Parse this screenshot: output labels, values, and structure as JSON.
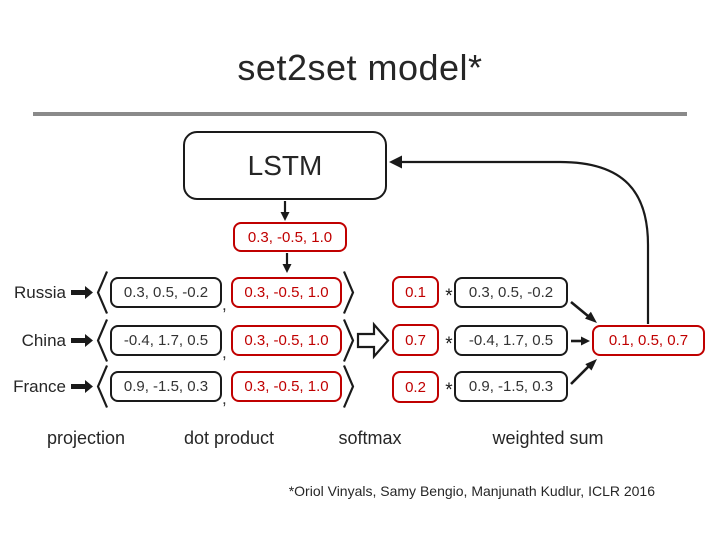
{
  "title": "set2set model*",
  "colors": {
    "red": "#C00000",
    "ink": "#1A1A1A",
    "divider": "#8A8A8A",
    "text": "#262626"
  },
  "lstm": {
    "label": "LSTM"
  },
  "query_vector": "0.3, -0.5, 1.0",
  "rows": [
    {
      "label": "Russia",
      "projection": "0.3, 0.5, -0.2",
      "query": "0.3, -0.5, 1.0",
      "softmax": "0.1",
      "weighted": "0.3, 0.5, -0.2"
    },
    {
      "label": "China",
      "projection": "-0.4, 1.7, 0.5",
      "query": "0.3, -0.5, 1.0",
      "softmax": "0.7",
      "weighted": "-0.4, 1.7, 0.5"
    },
    {
      "label": "France",
      "projection": "0.9, -1.5, 0.3",
      "query": "0.3, -0.5, 1.0",
      "softmax": "0.2",
      "weighted": "0.9, -1.5, 0.3"
    }
  ],
  "result_vector": "0.1, 0.5, 0.7",
  "operators": {
    "comma": ",",
    "asterisk": "*"
  },
  "stage_labels": [
    "projection",
    "dot product",
    "softmax",
    "weighted sum"
  ],
  "footnote": "*Oriol Vinyals, Samy Bengio, Manjunath Kudlur, ICLR 2016"
}
